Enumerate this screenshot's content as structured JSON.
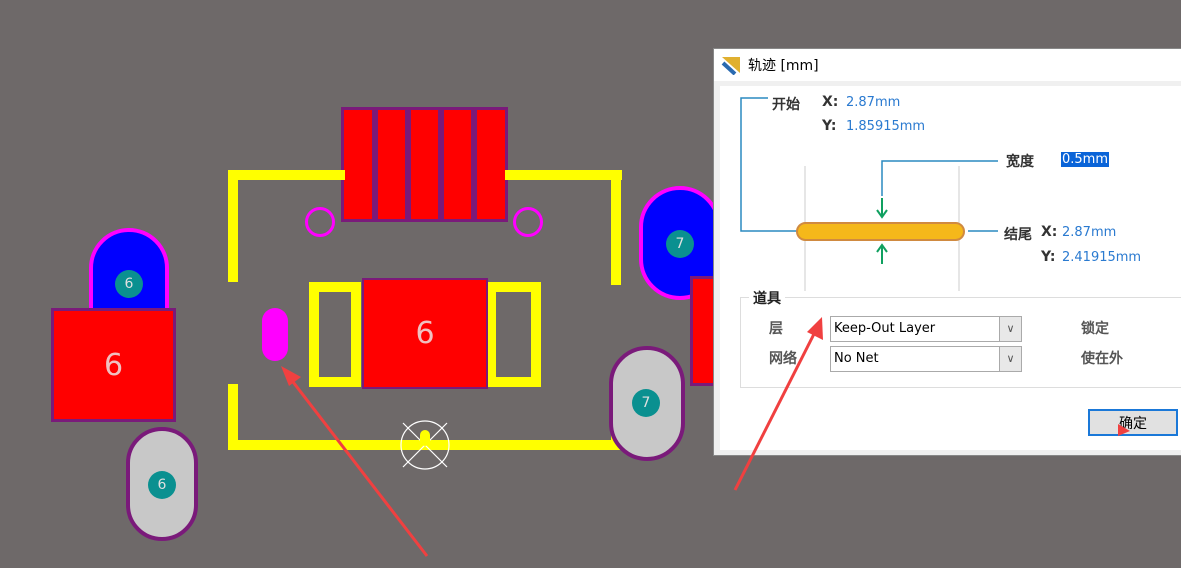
{
  "pcb": {
    "pad_labels": {
      "center": "6",
      "left_square": "6",
      "left_blue": "6",
      "left_gray": "6",
      "right_blue": "7",
      "right_gray": "7"
    }
  },
  "dialog": {
    "title": "轨迹 [mm]",
    "start_label": "开始",
    "start_x_label": "X:",
    "start_x": "2.87mm",
    "start_y_label": "Y:",
    "start_y": "1.85915mm",
    "width_label": "宽度",
    "width_value": "0.5mm",
    "end_label": "结尾",
    "end_x_label": "X:",
    "end_x": "2.87mm",
    "end_y_label": "Y:",
    "end_y": "2.41915mm",
    "props_group": "道具",
    "layer_label": "层",
    "layer_value": "Keep-Out Layer",
    "net_label": "网络",
    "net_value": "No Net",
    "lock_label": "锁定",
    "keepout_label": "使在外",
    "ok_label": "确定"
  },
  "colors": {
    "background": "#6e6969",
    "pad": "#ff0000",
    "silkscreen": "#ffff00",
    "annotation_arrow": "#f04040",
    "accent": "#2a7ad0"
  }
}
